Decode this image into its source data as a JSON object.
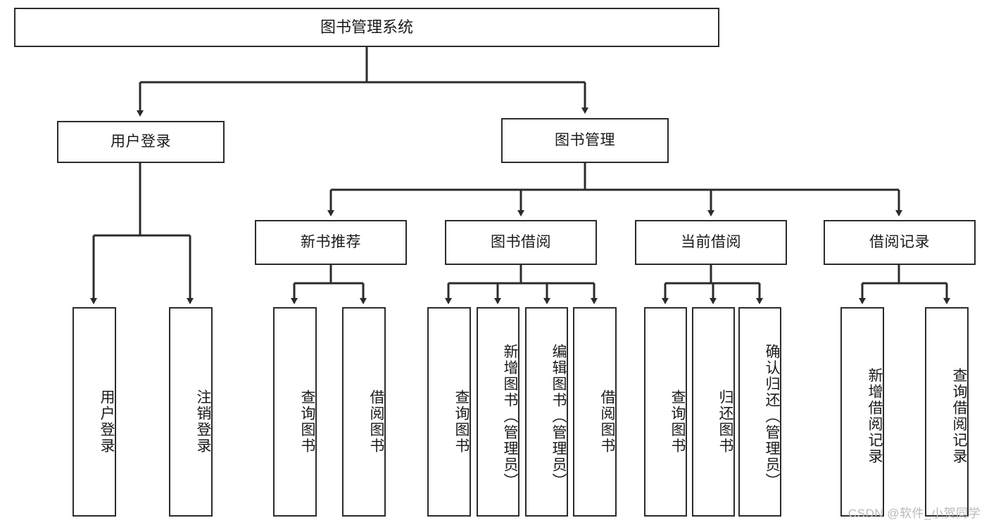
{
  "diagram": {
    "title": "图书管理系统",
    "type": "hierarchy-tree",
    "root": {
      "label": "图书管理系统"
    },
    "level2": [
      {
        "label": "用户登录"
      },
      {
        "label": "图书管理"
      }
    ],
    "level3": [
      {
        "label": "新书推荐"
      },
      {
        "label": "图书借阅"
      },
      {
        "label": "当前借阅"
      },
      {
        "label": "借阅记录"
      }
    ],
    "leaves": {
      "user_login": [
        {
          "label": "用户登录"
        },
        {
          "label": "注销登录"
        }
      ],
      "new_book": [
        {
          "label": "查询图书"
        },
        {
          "label": "借阅图书"
        }
      ],
      "book_borrow": [
        {
          "label": "查询图书"
        },
        {
          "label": "新增图书（管理员）"
        },
        {
          "label": "编辑图书（管理员）"
        },
        {
          "label": "借阅图书"
        }
      ],
      "current_borrow": [
        {
          "label": "查询图书"
        },
        {
          "label": "归还图书"
        },
        {
          "label": "确认归还（管理员）"
        }
      ],
      "borrow_record": [
        {
          "label": "新增借阅记录"
        },
        {
          "label": "查询借阅记录"
        }
      ]
    }
  },
  "watermark": {
    "text": "CSDN @软件_小贺同学"
  },
  "colors": {
    "stroke": "#2b2b2b",
    "background": "#ffffff",
    "text": "#1a1a1a",
    "watermark": "#b9b9b9"
  }
}
